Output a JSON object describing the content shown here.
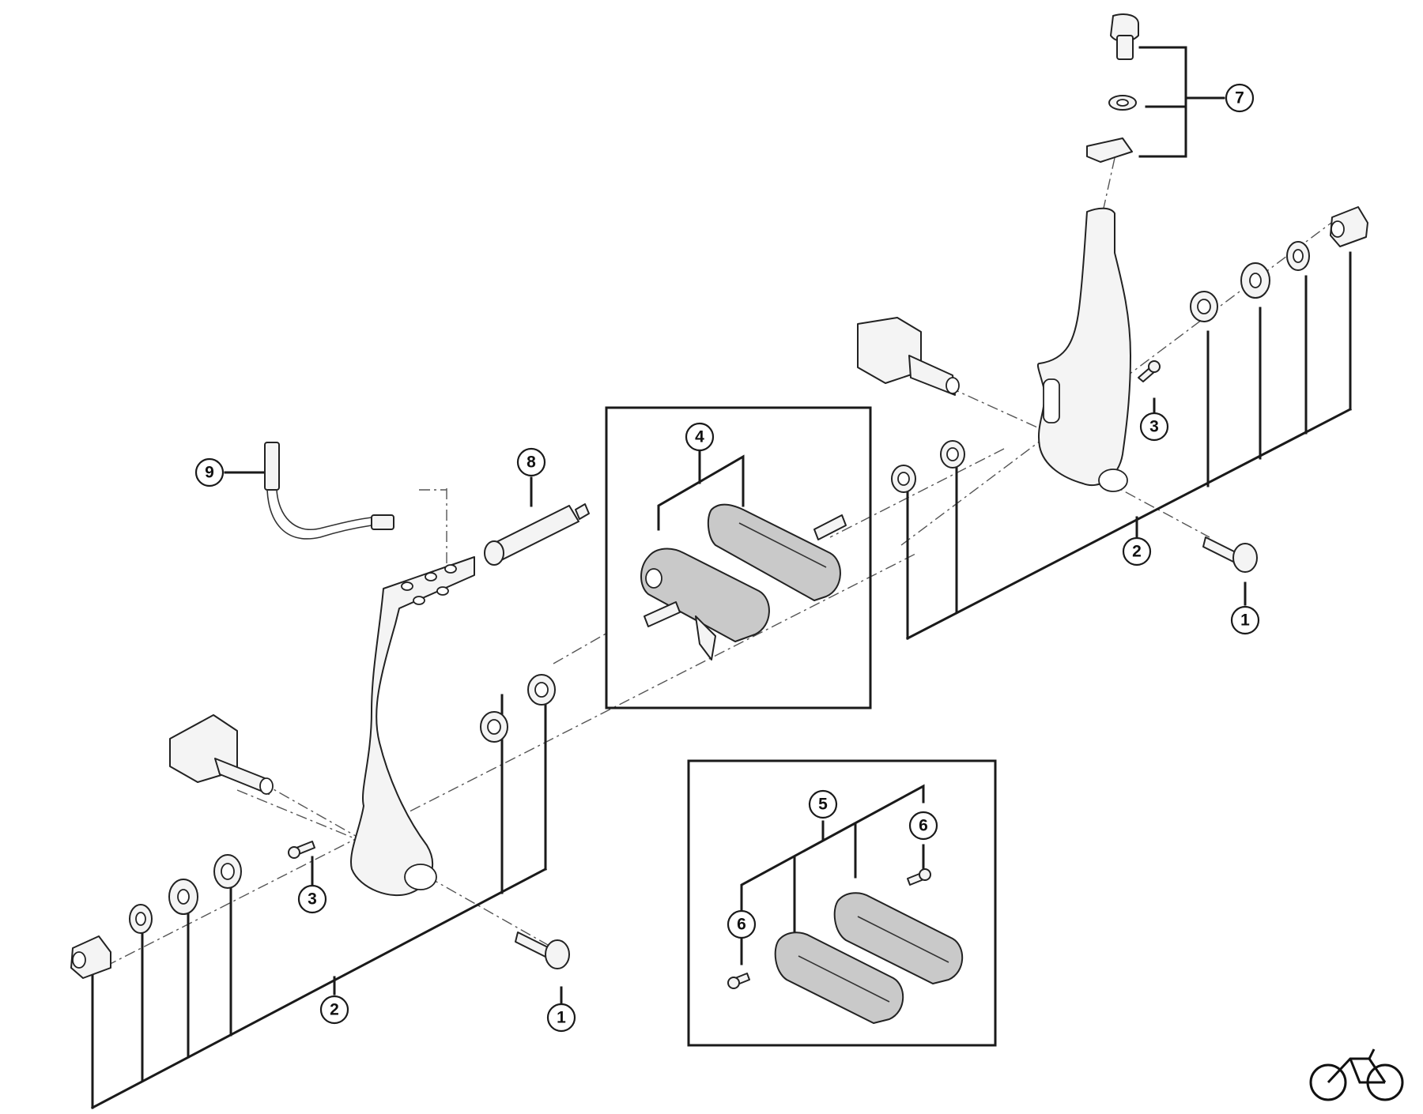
{
  "callouts": {
    "c1a": "1",
    "c1b": "1",
    "c2a": "2",
    "c2b": "2",
    "c3a": "3",
    "c3b": "3",
    "c4": "4",
    "c5": "5",
    "c6a": "6",
    "c6b": "6",
    "c7": "7",
    "c8": "8",
    "c9": "9"
  },
  "colors": {
    "line": "#1a1a1a",
    "part_fill": "#f4f4f4",
    "logo": "#111111"
  },
  "icons": {
    "logo": "bicycle-icon"
  }
}
